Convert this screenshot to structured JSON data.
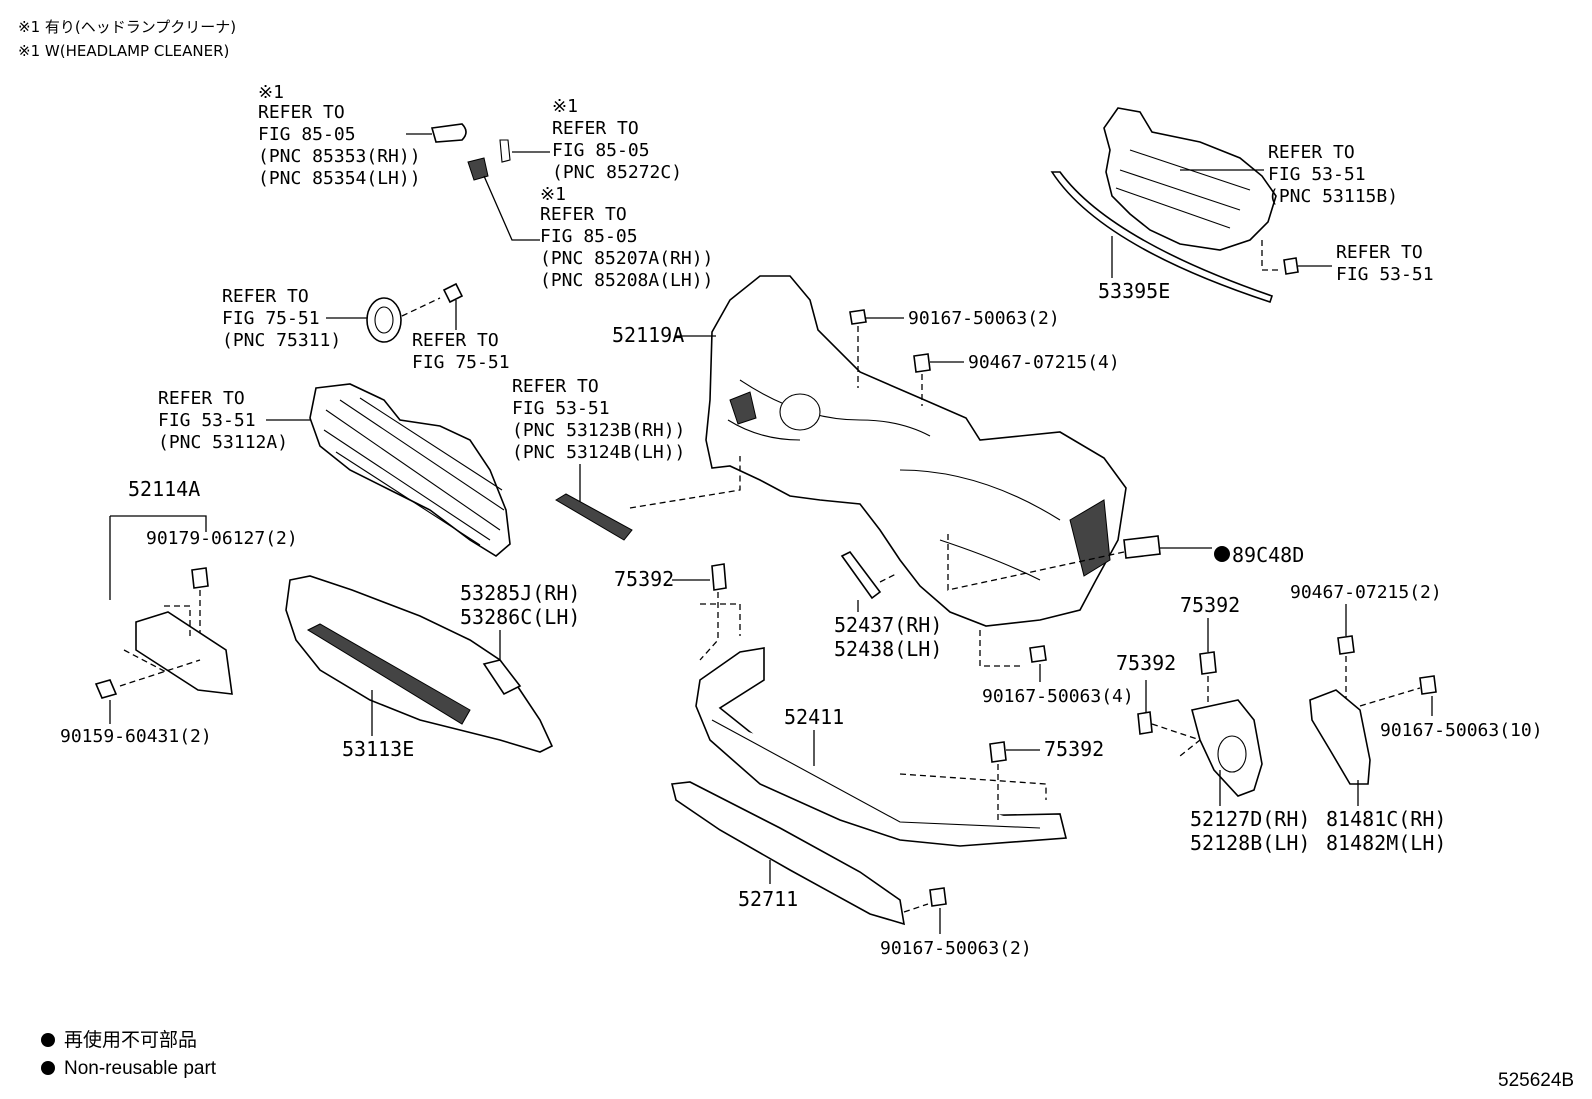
{
  "notes": {
    "jp": "※1 有り(ヘッドランプクリーナ)",
    "en": "※1 W(HEADLAMP CLEANER)"
  },
  "refs": {
    "cleaner_cover": {
      "mark": "※1",
      "line1": "REFER TO",
      "line2": "FIG 85-05",
      "line3": "(PNC 85353(RH))",
      "line4": "(PNC 85354(LH))"
    },
    "cleaner_bracket": {
      "mark": "※1",
      "line1": "REFER TO",
      "line2": "FIG 85-05",
      "line3": "(PNC 85272C)"
    },
    "cleaner_nozzle": {
      "mark": "※1",
      "line1": "REFER TO",
      "line2": "FIG 85-05",
      "line3": "(PNC 85207A(RH))",
      "line4": "(PNC 85208A(LH))"
    },
    "emblem": {
      "line1": "REFER TO",
      "line2": "FIG 75-51",
      "line3": "(PNC 75311)"
    },
    "emblem_screw": {
      "line1": "REFER TO",
      "line2": "FIG 75-51"
    },
    "grille": {
      "line1": "REFER TO",
      "line2": "FIG 53-51",
      "line3": "(PNC 53112A)"
    },
    "molding": {
      "line1": "REFER TO",
      "line2": "FIG 53-51",
      "line3": "(PNC 53123B(RH))",
      "line4": "(PNC 53124B(LH))"
    },
    "upper_grille": {
      "line1": "REFER TO",
      "line2": "FIG 53-51",
      "line3": "(PNC 53115B)"
    },
    "upper_clip": {
      "line1": "REFER TO",
      "line2": "FIG 53-51"
    }
  },
  "parts": {
    "p52119A": "52119A",
    "p53395E": "53395E",
    "p90167_50063_2a": "90167-50063(2)",
    "p90467_07215_4": "90467-07215(4)",
    "p52114A": "52114A",
    "p90179_06127_2": "90179-06127(2)",
    "p90159_60431_2": "90159-60431(2)",
    "p53113E": "53113E",
    "p53285J": "53285J(RH)",
    "p53286C": "53286C(LH)",
    "p75392_a": "75392",
    "p52437": "52437(RH)",
    "p52438": "52438(LH)",
    "p89C48D": "89C48D",
    "p75392_b": "75392",
    "p90467_07215_2": "90467-07215(2)",
    "p90167_50063_4": "90167-50063(4)",
    "p75392_c": "75392",
    "p90167_50063_10": "90167-50063(10)",
    "p52411": "52411",
    "p75392_d": "75392",
    "p52127D": "52127D(RH)",
    "p52128B": "52128B(LH)",
    "p81481C": "81481C(RH)",
    "p81482M": "81482M(LH)",
    "p52711": "52711",
    "p90167_50063_2b": "90167-50063(2)"
  },
  "legend": {
    "jp": "再使用不可部品",
    "en": "Non-reusable part"
  },
  "figure_id": "525624B"
}
